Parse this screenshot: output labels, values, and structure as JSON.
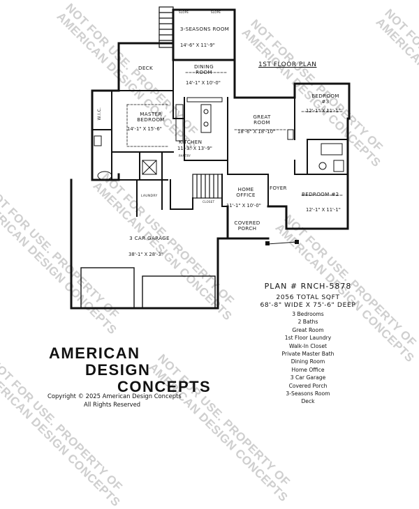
{
  "floor_title": "1ST FLOOR PLAN",
  "rooms": {
    "three_seasons": {
      "name": "3-SEASONS ROOM",
      "dim": "14'-6\" X 11'-9\""
    },
    "deck": {
      "name": "DECK"
    },
    "dining": {
      "name": "DINING ROOM",
      "dim": "14'-1\" X 10'-0\""
    },
    "master": {
      "name": "MASTER BEDROOM",
      "dim": "14'-1\" X 15'-6\""
    },
    "wic": {
      "name": "W.I.C."
    },
    "kitchen": {
      "name": "KITCHEN",
      "dim": "11'-3\" X 13'-9\""
    },
    "great": {
      "name": "GREAT ROOM",
      "dim": "18'-6\" X 18'-10\""
    },
    "bed3": {
      "name": "BEDROOM #3",
      "dim": "12'-1\" X 11'-1\""
    },
    "bed2": {
      "name": "BEDROOM #2",
      "dim": "12'-1\" X 11'-1\""
    },
    "office": {
      "name": "HOME OFFICE",
      "dim": "11'-1\" X 10'-0\""
    },
    "foyer": {
      "name": "FOYER"
    },
    "porch": {
      "name": "COVERED PORCH"
    },
    "garage": {
      "name": "3 CAR GARAGE",
      "dim": "38'-1\" X 28'-3\""
    },
    "laundry": {
      "name": "LAUNDRY"
    },
    "pantry": {
      "name": "PANTRY"
    },
    "closet": {
      "name": "CLOSET"
    },
    "slope_a": {
      "name": "SLOPE"
    },
    "slope_b": {
      "name": "SLOPE"
    }
  },
  "spec": {
    "plan": "PLAN # RNCH-5878",
    "total_sqft": "2056 TOTAL SQFT",
    "size": "68'-8\" WIDE X 75'-6\" DEEP",
    "features": [
      "3 Bedrooms",
      "2 Baths",
      "Great Room",
      "1st Floor Laundry",
      "Walk-In Closet",
      "Private Master Bath",
      "Dining Room",
      "Home Office",
      "3 Car Garage",
      "Covered Porch",
      "3-Seasons Room",
      "Deck"
    ]
  },
  "brand": {
    "line1": "AMERICAN",
    "line2": "DESIGN",
    "line3": "CONCEPTS"
  },
  "copyright": {
    "line1": "Copyright © 2025 American Design Concepts",
    "line2": "All Rights Reserved"
  },
  "watermark": {
    "line1": "NOT FOR USE. PROPERTY OF",
    "line2": "AMERICAN DESIGN CONCEPTS"
  }
}
